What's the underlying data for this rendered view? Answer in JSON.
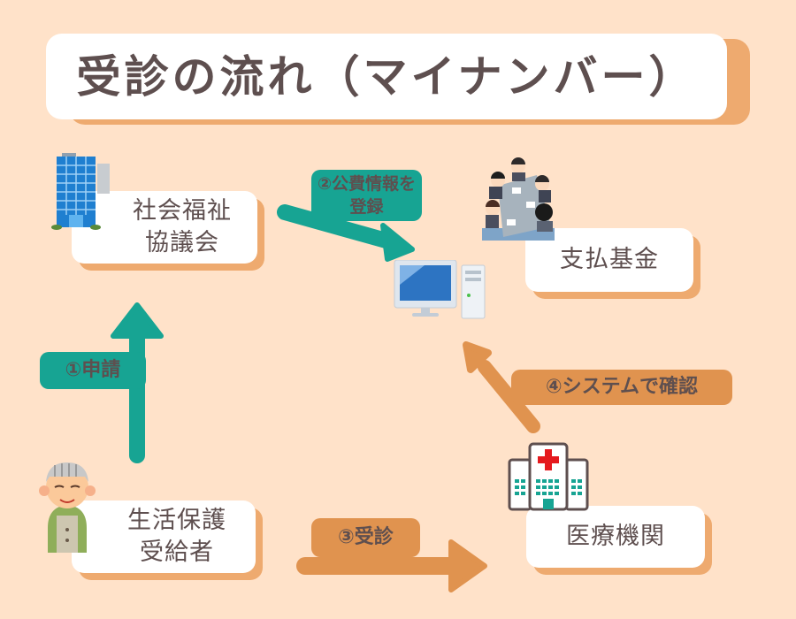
{
  "title": "受診の流れ（マイナンバー）",
  "nodes": {
    "social_welfare": {
      "line1": "社会福祉",
      "line2": "協議会",
      "icon": "office-building-icon"
    },
    "payment_fund": {
      "line1": "支払基金",
      "icon": "meeting-people-icon"
    },
    "computer": {
      "icon": "desktop-computer-icon"
    },
    "recipient": {
      "line1": "生活保護",
      "line2": "受給者",
      "icon": "elderly-man-icon"
    },
    "medical": {
      "line1": "医療機関",
      "icon": "hospital-icon"
    }
  },
  "steps": [
    {
      "label": "①申請"
    },
    {
      "label_line1": "②公費情報を",
      "label_line2": "登録"
    },
    {
      "label": "③受診"
    },
    {
      "label": "④システムで確認"
    }
  ],
  "colors": {
    "background": "#ffe2c9",
    "teal": "#17a493",
    "orange": "#e0934f",
    "shadow": "#eeaa6f",
    "text": "#5e4f4f"
  }
}
